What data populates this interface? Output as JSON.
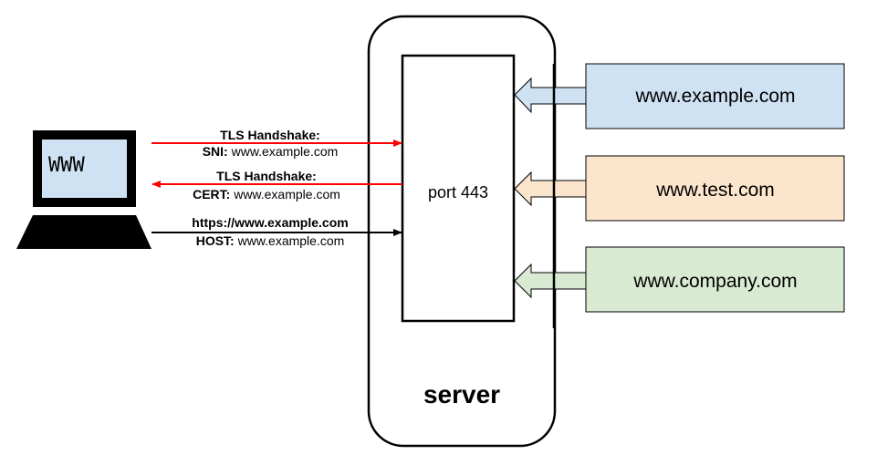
{
  "client": {
    "screen_text": "WWW",
    "screen_color": "#cfe2f3"
  },
  "messages": [
    {
      "title": "TLS Handshake:",
      "key": "SNI:",
      "value": " www.example.com",
      "direction": "to-server",
      "color": "#ff0000"
    },
    {
      "title": "TLS Handshake:",
      "key": "CERT:",
      "value": " www.example.com",
      "direction": "to-client",
      "color": "#ff0000"
    },
    {
      "title": "https://www.example.com",
      "key": "HOST:",
      "value": " www.example.com",
      "direction": "to-server",
      "color": "#000000"
    }
  ],
  "server": {
    "label": "server",
    "port_label": "port 443"
  },
  "sites": [
    {
      "name": "www.example.com",
      "color": "#cfe2f3"
    },
    {
      "name": "www.test.com",
      "color": "#fce5cd"
    },
    {
      "name": "www.company.com",
      "color": "#d9ead3"
    }
  ]
}
